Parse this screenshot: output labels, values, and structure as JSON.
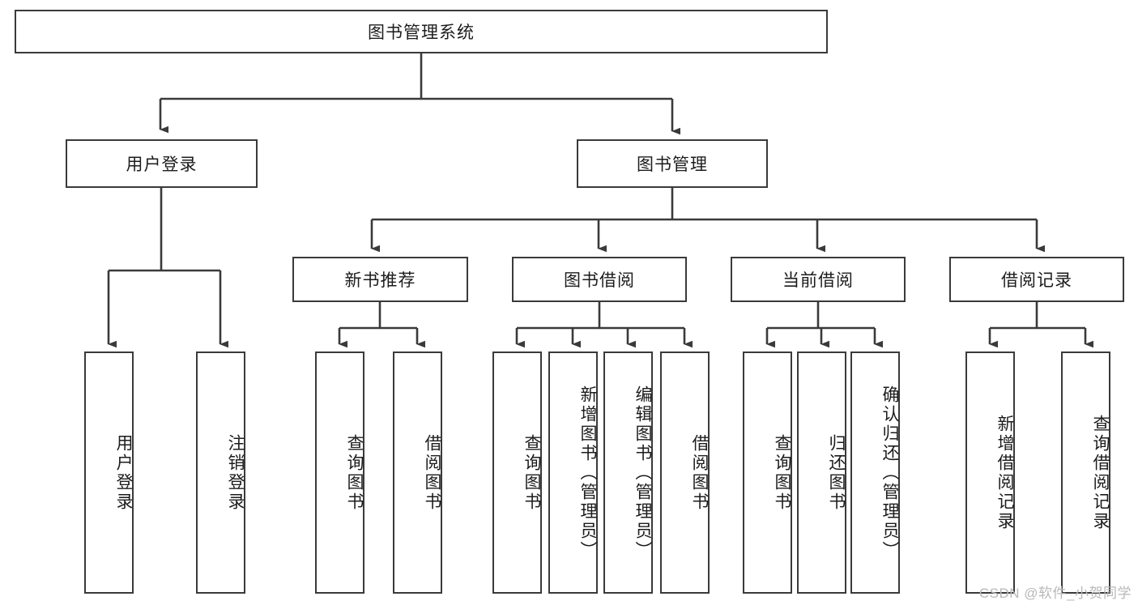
{
  "diagram": {
    "title": "图书管理系统",
    "type": "function-hierarchy-tree",
    "root": {
      "id": "root",
      "label": "图书管理系统"
    },
    "level2": [
      {
        "id": "user-login",
        "label": "用户登录"
      },
      {
        "id": "book-management",
        "label": "图书管理"
      }
    ],
    "level3": [
      {
        "id": "new-book-recommend",
        "label": "新书推荐",
        "parent": "book-management"
      },
      {
        "id": "book-borrow",
        "label": "图书借阅",
        "parent": "book-management"
      },
      {
        "id": "current-borrow",
        "label": "当前借阅",
        "parent": "book-management"
      },
      {
        "id": "borrow-record",
        "label": "借阅记录",
        "parent": "book-management"
      }
    ],
    "leaves": [
      {
        "id": "leaf-user-login",
        "label": "用户登录",
        "parent": "user-login"
      },
      {
        "id": "leaf-logout-login",
        "label": "注销登录",
        "parent": "user-login"
      },
      {
        "id": "leaf-query-book-1",
        "label": "查询图书",
        "parent": "new-book-recommend"
      },
      {
        "id": "leaf-borrow-book-1",
        "label": "借阅图书",
        "parent": "new-book-recommend"
      },
      {
        "id": "leaf-query-book-2",
        "label": "查询图书",
        "parent": "book-borrow"
      },
      {
        "id": "leaf-add-book",
        "label": "新增图书（管理员）",
        "parent": "book-borrow"
      },
      {
        "id": "leaf-edit-book",
        "label": "编辑图书（管理员）",
        "parent": "book-borrow"
      },
      {
        "id": "leaf-borrow-book-2",
        "label": "借阅图书",
        "parent": "book-borrow"
      },
      {
        "id": "leaf-query-book-3",
        "label": "查询图书",
        "parent": "current-borrow"
      },
      {
        "id": "leaf-return-book",
        "label": "归还图书",
        "parent": "current-borrow"
      },
      {
        "id": "leaf-confirm-return",
        "label": "确认归还（管理员）",
        "parent": "current-borrow"
      },
      {
        "id": "leaf-add-record",
        "label": "新增借阅记录",
        "parent": "borrow-record"
      },
      {
        "id": "leaf-query-record",
        "label": "查询借阅记录",
        "parent": "borrow-record"
      }
    ],
    "colors": {
      "stroke": "#3a3a3a",
      "fill": "#ffffff",
      "text": "#1c1c1c",
      "watermark": "#b8b8b8"
    }
  },
  "watermark": {
    "text": "CSDN @软件_小贺同学"
  }
}
